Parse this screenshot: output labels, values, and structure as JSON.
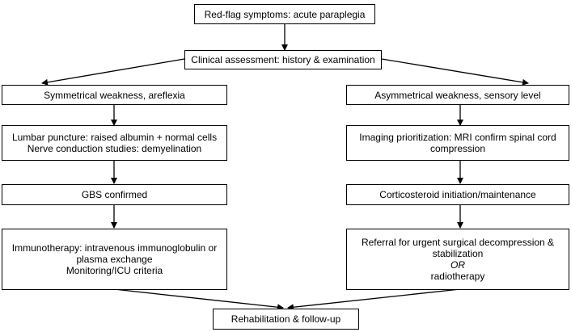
{
  "flowchart": {
    "start": "Red-flag symptoms: acute paraplegia",
    "assessment": "Clinical assessment: history & examination",
    "left": {
      "presentation": "Symmetrical weakness, areflexia",
      "tests": [
        "Lumbar puncture: raised albumin + normal cells",
        "Nerve conduction studies: demyelination"
      ],
      "diagnosis": "GBS confirmed",
      "treatment": [
        "Immunotherapy: intravenous immunoglobulin or",
        "plasma exchange",
        "Monitoring/ICU criteria"
      ]
    },
    "right": {
      "presentation": "Asymmetrical weakness, sensory level",
      "imaging": [
        "Imaging prioritization: MRI confirm spinal cord",
        "compression"
      ],
      "steroid": "Corticosteroid initiation/maintenance",
      "treatment": [
        "Referral for urgent surgical decompression &",
        "stabilization",
        "OR",
        "radiotherapy"
      ]
    },
    "end": "Rehabilitation & follow-up"
  }
}
